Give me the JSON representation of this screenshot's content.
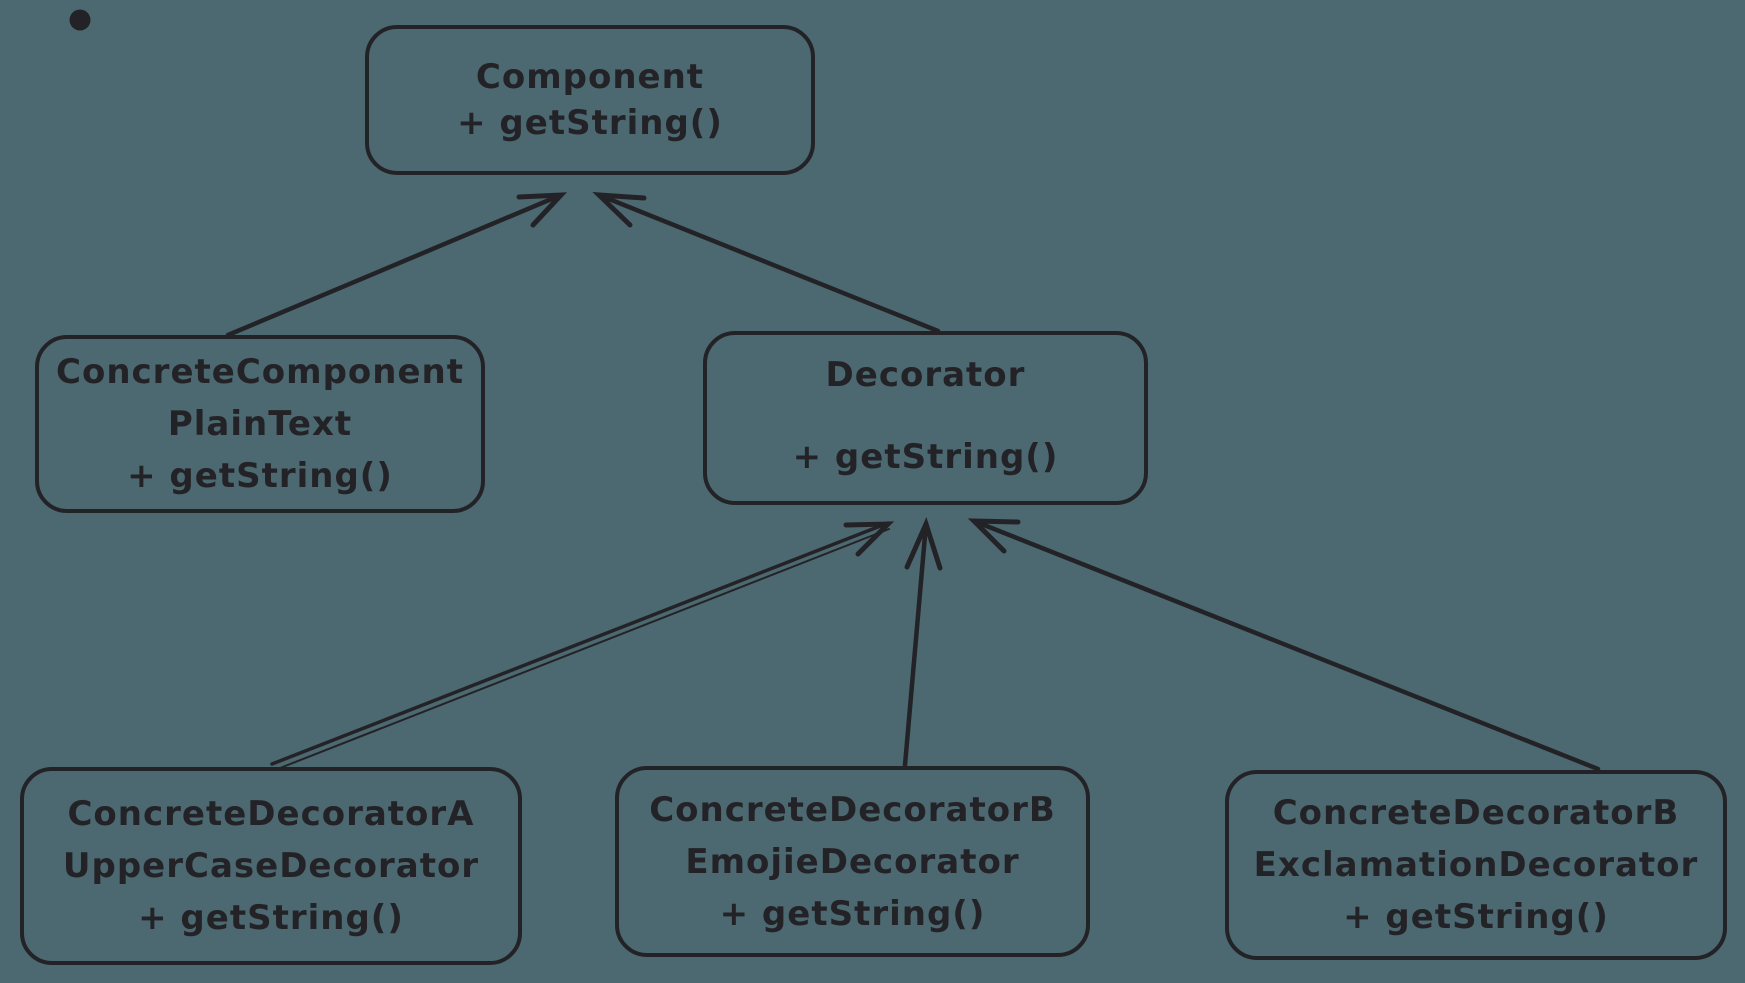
{
  "canvas": {
    "background_color": "#4c6870",
    "ink_color": "#232327"
  },
  "bullet_dot": {
    "present": true,
    "color": "#232327"
  },
  "diagram": {
    "type": "uml-class-inheritance",
    "pattern": "Decorator",
    "boxes": {
      "component": {
        "line1": "Component",
        "line2": "+ getString()"
      },
      "concreteComponent": {
        "line1": "ConcreteComponent",
        "line2": "PlainText",
        "line3": "+ getString()"
      },
      "decorator": {
        "line1": "Decorator",
        "line2": "+ getString()"
      },
      "decoratorA": {
        "line1": "ConcreteDecoratorA",
        "line2": "UpperCaseDecorator",
        "line3": "+ getString()"
      },
      "decoratorBEmojie": {
        "line1": "ConcreteDecoratorB",
        "line2": "EmojieDecorator",
        "line3": "+ getString()"
      },
      "decoratorBExclamation": {
        "line1": "ConcreteDecoratorB",
        "line2": "ExclamationDecorator",
        "line3": "+ getString()"
      }
    },
    "edges": [
      {
        "from": "ConcreteComponent / PlainText",
        "to": "Component",
        "style": "open-arrowhead"
      },
      {
        "from": "Decorator",
        "to": "Component",
        "style": "open-arrowhead"
      },
      {
        "from": "ConcreteDecoratorA / UpperCaseDecorator",
        "to": "Decorator",
        "style": "open-arrowhead"
      },
      {
        "from": "ConcreteDecoratorB / EmojieDecorator",
        "to": "Decorator",
        "style": "open-arrowhead"
      },
      {
        "from": "ConcreteDecoratorB / ExclamationDecorator",
        "to": "Decorator",
        "style": "open-arrowhead"
      }
    ]
  }
}
